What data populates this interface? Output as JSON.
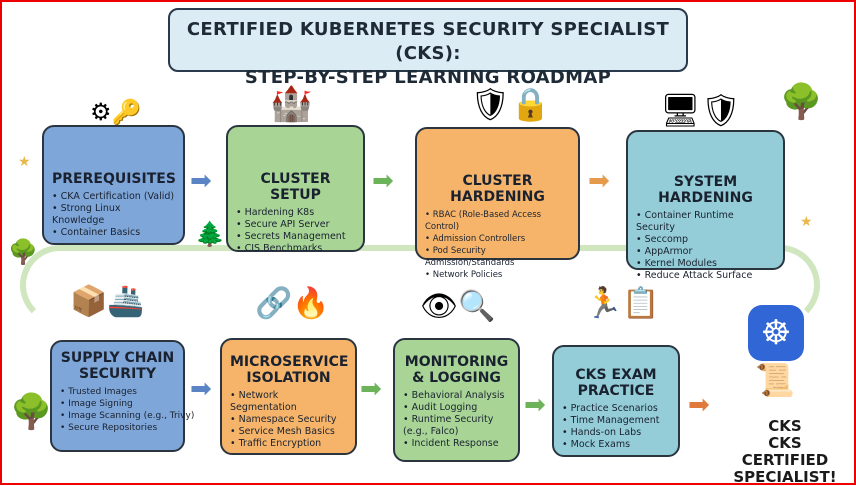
{
  "title": {
    "line1": "CERTIFIED KUBERNETES SECURITY SPECIALIST (CKS):",
    "line2": "STEP-BY-STEP LEARNING ROADMAP"
  },
  "steps": [
    {
      "title": "PREREQUISITES",
      "items": [
        "CKA Certification (Valid)",
        "Strong Linux Knowledge",
        "Container Basics"
      ]
    },
    {
      "title": "CLUSTER SETUP",
      "items": [
        "Hardening K8s",
        "Secure API Server",
        "Secrets Management",
        "CIS Benchmarks"
      ]
    },
    {
      "title": "CLUSTER HARDENING",
      "items": [
        "RBAC (Role-Based Access Control)",
        "Admission Controllers",
        "Pod Security Admission/Standards",
        "Network Policies"
      ]
    },
    {
      "title": "SYSTEM HARDENING",
      "items": [
        "Container Runtime Security",
        "Seccomp",
        "AppArmor",
        "Kernel Modules",
        "Reduce Attack Surface"
      ]
    },
    {
      "title": "SUPPLY CHAIN SECURITY",
      "items": [
        "Trusted Images",
        "Image Signing",
        "Image Scanning (e.g., Trivy)",
        "Secure Repositories"
      ]
    },
    {
      "title": "MICROSERVICE ISOLATION",
      "items": [
        "Network Segmentation",
        "Namespace Security",
        "Service Mesh Basics",
        "Traffic Encryption"
      ]
    },
    {
      "title": "MONITORING & LOGGING",
      "items": [
        "Behavioral Analysis",
        "Audit Logging",
        "Runtime Security (e.g., Falco)",
        "Incident Response"
      ]
    },
    {
      "title": "CKS EXAM PRACTICE",
      "items": [
        "Practice Scenarios",
        "Time Management",
        "Hands-on Labs",
        "Mock Exams"
      ]
    }
  ],
  "final": {
    "line1": "CKS",
    "line2": "CKS CERTIFIED",
    "line3": "SPECIALIST!"
  }
}
